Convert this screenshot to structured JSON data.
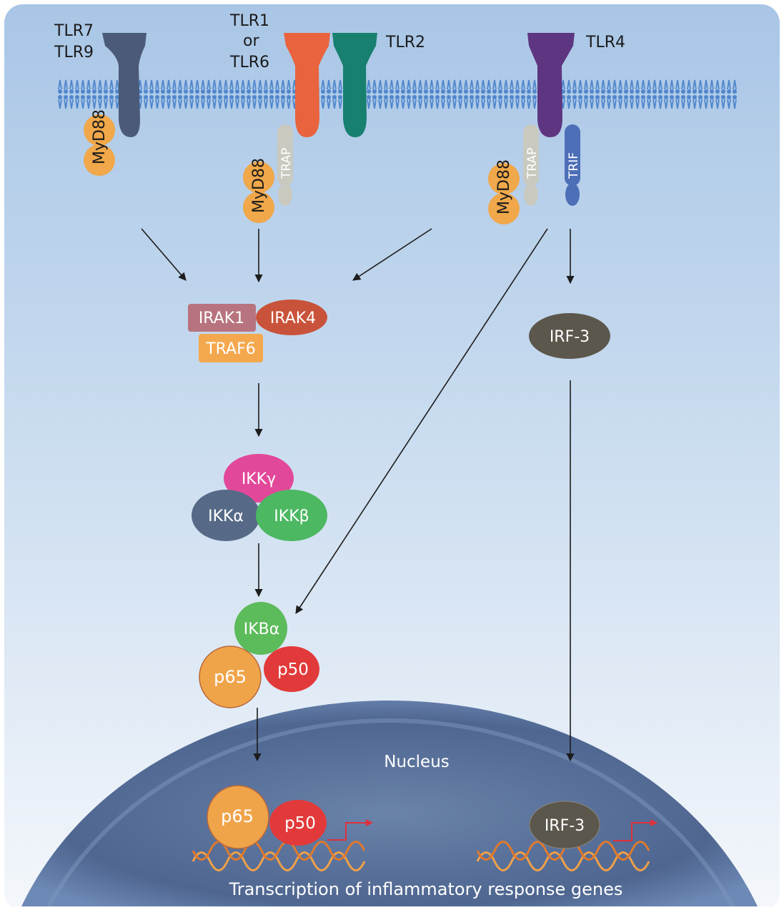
{
  "receptors": {
    "tlr7_9": {
      "line1": "TLR7",
      "line2": "TLR9",
      "color": "#4a5a78"
    },
    "tlr1_6": {
      "line1": "TLR1",
      "line2": "or",
      "line3": "TLR6",
      "color": "#e8633e"
    },
    "tlr2": {
      "label": "TLR2",
      "color": "#17806f"
    },
    "tlr4": {
      "label": "TLR4",
      "color": "#5e3580"
    }
  },
  "adaptors": {
    "myd88": "MyD88",
    "trap": "TRAP",
    "trif": "TRIF",
    "myd88_color": "#f0a84a",
    "trap_color": "#c9c9bf",
    "trif_color": "#4d6fb8"
  },
  "kinases": {
    "irak1": "IRAK1",
    "irak4": "IRAK4",
    "traf6": "TRAF6",
    "irak1_color": "#b7747e",
    "irak4_color": "#c9533a",
    "traf6_color": "#f4a84e"
  },
  "ikk": {
    "gamma": "IKKγ",
    "alpha": "IKKα",
    "beta": "IKKβ",
    "gamma_color": "#e2489a",
    "alpha_color": "#566a88",
    "beta_color": "#4cb862"
  },
  "nfkb": {
    "ikba": "IKBα",
    "p65": "p65",
    "p50": "p50",
    "ikba_color": "#5cbb5a",
    "p65_color": "#f0a44a",
    "p50_color": "#e23a3a"
  },
  "irf3": {
    "label": "IRF-3",
    "color": "#5c574c"
  },
  "nucleus": {
    "label": "Nucleus",
    "p65": "p65",
    "p50": "p50",
    "irf3": "IRF-3",
    "caption": "Transcription of inflammatory response genes",
    "color": "#566f98"
  }
}
